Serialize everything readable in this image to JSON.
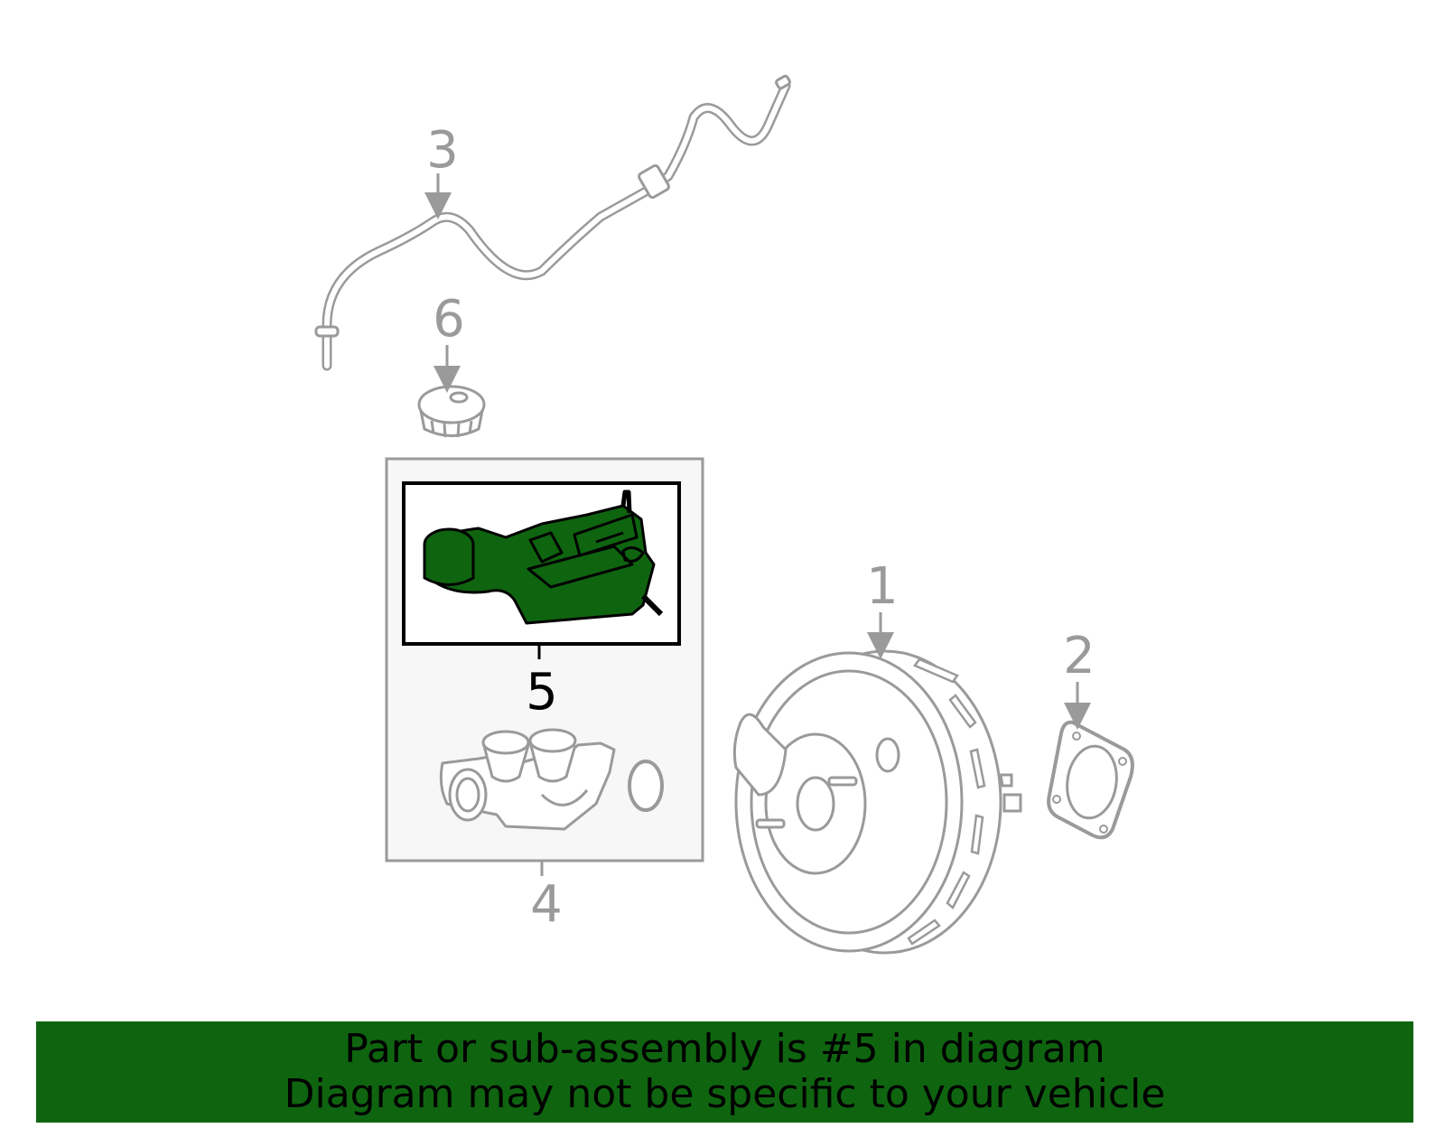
{
  "diagram": {
    "callouts": {
      "part1": "1",
      "part2": "2",
      "part3": "3",
      "part4": "4",
      "part5": "5",
      "part6": "6"
    },
    "highlighted_part": "5",
    "colors": {
      "line": "#9a9a9a",
      "highlight_fill": "#0f6410",
      "highlight_outline": "#000000",
      "group_box_fill": "#f7f7f7"
    }
  },
  "banner": {
    "line1": "Part or sub-assembly is #5 in diagram",
    "line2": "Diagram may not be specific to your vehicle",
    "background": "#0f6410"
  }
}
